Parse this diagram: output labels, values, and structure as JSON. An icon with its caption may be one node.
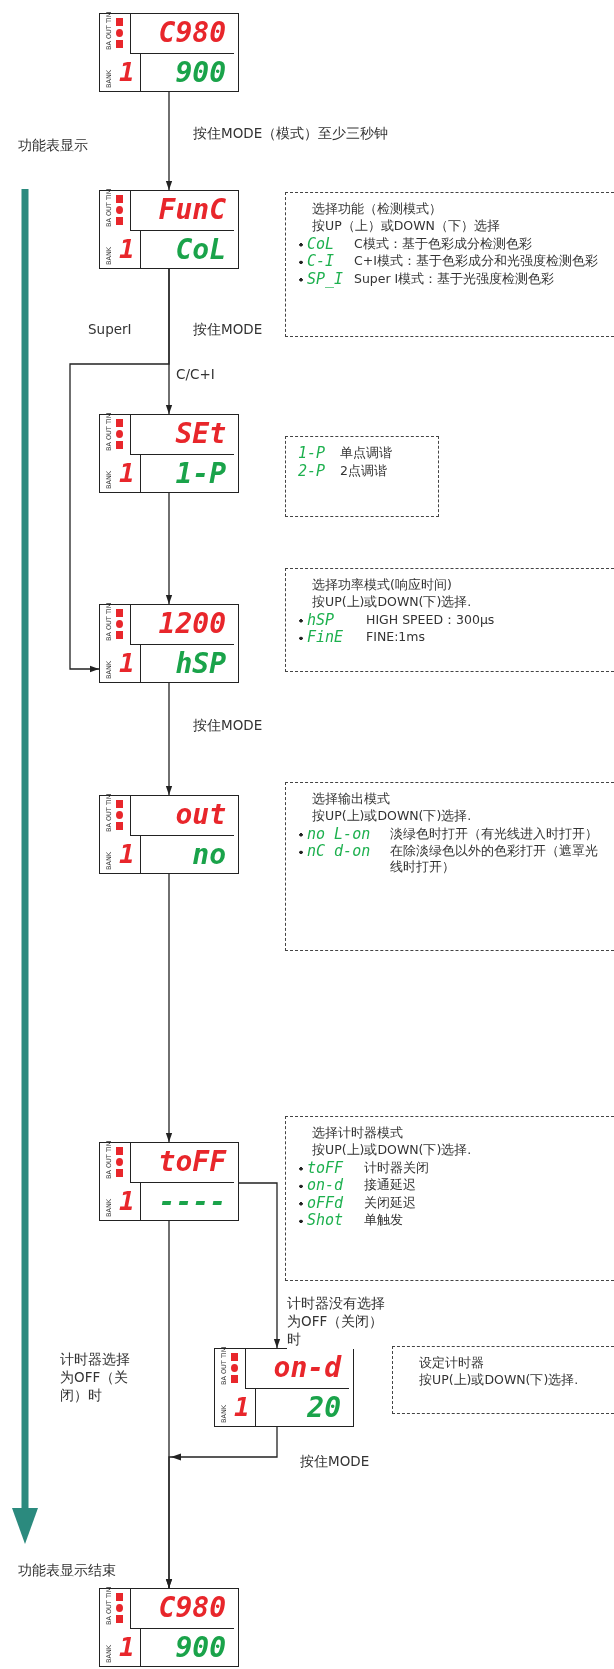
{
  "diagram": {
    "nodes": [
      {
        "text": [
          "BA OUT TIM",
          "C980",
          "BANK",
          "1",
          "900"
        ]
      },
      {
        "text": [
          "BA OUT TIM",
          "FunC",
          "BANK",
          "1",
          "CoL"
        ]
      },
      {
        "text": [
          "选择功能（检测模式）",
          "按UP（上）或DOWN（下）选择",
          "CoL",
          "C模式：基于色彩成分检测色彩",
          "C-I",
          "C+I模式：基于色彩成分和光强度检测色彩",
          "SP_I",
          "Super I模式：基于光强度检测色彩"
        ]
      },
      {
        "text": [
          "BA OUT TIM",
          "SEt",
          "BANK",
          "1",
          "1-P"
        ]
      },
      {
        "text": [
          "1-P",
          "单点调谐",
          "2-P",
          "2点调谐"
        ]
      },
      {
        "text": [
          "BA OUT TIM",
          "1200",
          "BANK",
          "1",
          "hSP"
        ]
      },
      {
        "text": [
          "选择功率模式(响应时间)",
          "按UP(上)或DOWN(下)选择.",
          "hSP",
          "HIGH SPEED：300μs",
          "FinE",
          "FINE:1ms"
        ]
      },
      {
        "text": [
          "BA OUT TIM",
          "out",
          "BANK",
          "1",
          "no"
        ]
      },
      {
        "text": [
          "选择输出模式",
          "按UP(上)或DOWN(下)选择.",
          "no L-on",
          "淡绿色时打开（有光线进入时打开）",
          "nC d-on",
          "在除淡绿色以外的色彩打开（遮罩光线时打开）"
        ]
      },
      {
        "text": [
          "BA OUT TIM",
          "toFF",
          "BANK",
          "1",
          "----"
        ]
      },
      {
        "text": [
          "选择计时器模式",
          "按UP(上)或DOWN(下)选择.",
          "toFF",
          "计时器关闭",
          "on-d",
          "接通延迟",
          "oFFd",
          "关闭延迟",
          "Shot",
          "单触发"
        ]
      },
      {
        "text": [
          "BA OUT TIM",
          "on-d",
          "BANK",
          "1",
          "20"
        ]
      },
      {
        "text": [
          "设定计时器",
          "按UP(上)或DOWN(下)选择."
        ]
      },
      {
        "text": [
          "BA OUT TIM",
          "C980",
          "BANK",
          "1",
          "900"
        ]
      }
    ],
    "edges": [
      {
        "from": 0,
        "to": 1,
        "arrow": "to",
        "label": "按住MODE（模式）至少三秒钟"
      },
      {
        "from": 1,
        "to": 3,
        "arrow": "to",
        "label": "C/C+I"
      },
      {
        "from": 1,
        "to": 5,
        "arrow": "to",
        "label": "SuperI"
      },
      {
        "from": 3,
        "to": 5,
        "arrow": "to"
      },
      {
        "from": 5,
        "to": 7,
        "arrow": "to",
        "label": "按住MODE"
      },
      {
        "from": 7,
        "to": 9,
        "arrow": "to"
      },
      {
        "from": 9,
        "to": 11,
        "arrow": "to",
        "label": "计时器没有选择为OFF（关闭）时"
      },
      {
        "from": 9,
        "to": 13,
        "arrow": "to",
        "label": "计时器选择为OFF（关闭）时"
      },
      {
        "from": 11,
        "to": 13,
        "arrow": "to",
        "label": "按住MODE"
      }
    ],
    "labels": [
      "功能表显示",
      "按住MODE",
      "功能表显示结束"
    ]
  }
}
